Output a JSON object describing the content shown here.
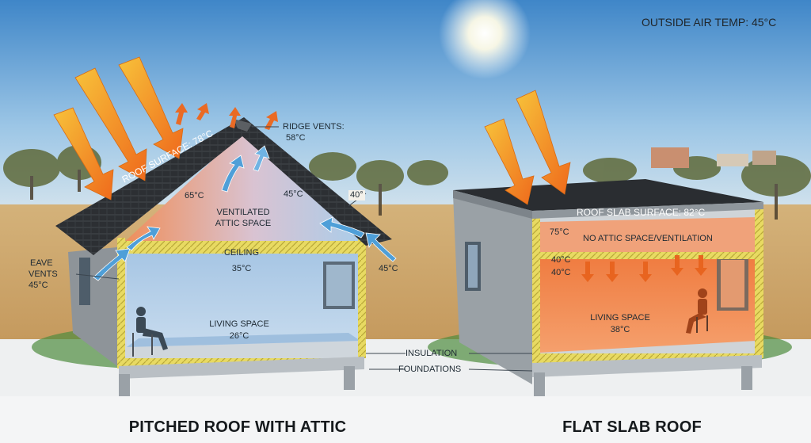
{
  "outside_air_temp": "OUTSIDE AIR TEMP: 45°C",
  "pitched": {
    "caption": "PITCHED ROOF WITH ATTIC",
    "roof_surface": "ROOF SURFACE: 78°C",
    "ridge_vents": "RIDGE VENTS:",
    "ridge_vents_temp": "58°C",
    "attic_left_temp": "65°C",
    "attic_right_temp": "45°C",
    "pitch_angle": "40°",
    "attic_label_1": "VENTILATED",
    "attic_label_2": "ATTIC SPACE",
    "ceiling_label": "CEILING",
    "ceiling_temp": "35°C",
    "eave_label_1": "EAVE",
    "eave_label_2": "VENTS",
    "eave_temp": "45°C",
    "eave_right_temp": "45°C",
    "living_label": "LIVING SPACE",
    "living_temp": "26°C"
  },
  "flat": {
    "caption": "FLAT SLAB ROOF",
    "slab_surface": "ROOF SLAB SURFACE: 82°C",
    "slab_temp": "75°C",
    "no_attic": "NO ATTIC SPACE/VENTILATION",
    "ceiling_temp_1": "40°C",
    "ceiling_temp_2": "40°C",
    "living_label": "LIVING SPACE",
    "living_temp": "38°C"
  },
  "shared": {
    "insulation": "INSULATION",
    "foundations": "FOUNDATIONS"
  },
  "colors": {
    "sky_top": "#3f86c8",
    "ground": "#c9a46c",
    "sun_arrow": "#f39c1f",
    "hot_interior": "#f0824a",
    "cool_interior": "#a9c8e6",
    "insulation": "#e6d75a"
  }
}
